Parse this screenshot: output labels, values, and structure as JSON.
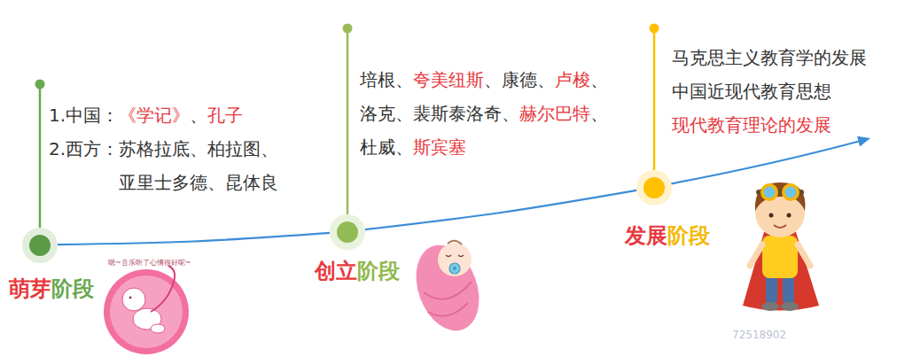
{
  "diagram": {
    "nodes": [
      {
        "text": [
          "萌芽",
          "阶段"
        ]
      },
      {
        "text": [
          "1.中国：",
          "《学记》",
          "、",
          "孔子",
          "2.西方：",
          "苏格拉底、柏拉图、亚里士多德、昆体良"
        ]
      },
      {
        "text": [
          "创立",
          "阶段"
        ]
      },
      {
        "text": [
          "培根、",
          "夸美纽斯",
          "、康德、",
          "卢梭",
          "、",
          "洛克、裴斯泰洛奇、",
          "赫尔巴特",
          "、",
          "杜威、",
          "斯宾塞"
        ]
      },
      {
        "text": [
          "发展",
          "阶段"
        ]
      },
      {
        "text": [
          "马克思主义教育学的发展",
          "中国近现代教育思想",
          "现代教育理论的发展"
        ]
      }
    ],
    "edges": [
      {
        "from": 0,
        "to": 2,
        "arrow": "none"
      },
      {
        "from": 2,
        "to": 4,
        "arrow": "none"
      },
      {
        "from": 0,
        "to": 1,
        "arrow": "none"
      },
      {
        "from": 2,
        "to": 3,
        "arrow": "none"
      },
      {
        "from": 4,
        "to": 5,
        "arrow": "none"
      }
    ],
    "labels": [
      "嗯~音乐听了心情很好呢~",
      "72518902"
    ]
  }
}
